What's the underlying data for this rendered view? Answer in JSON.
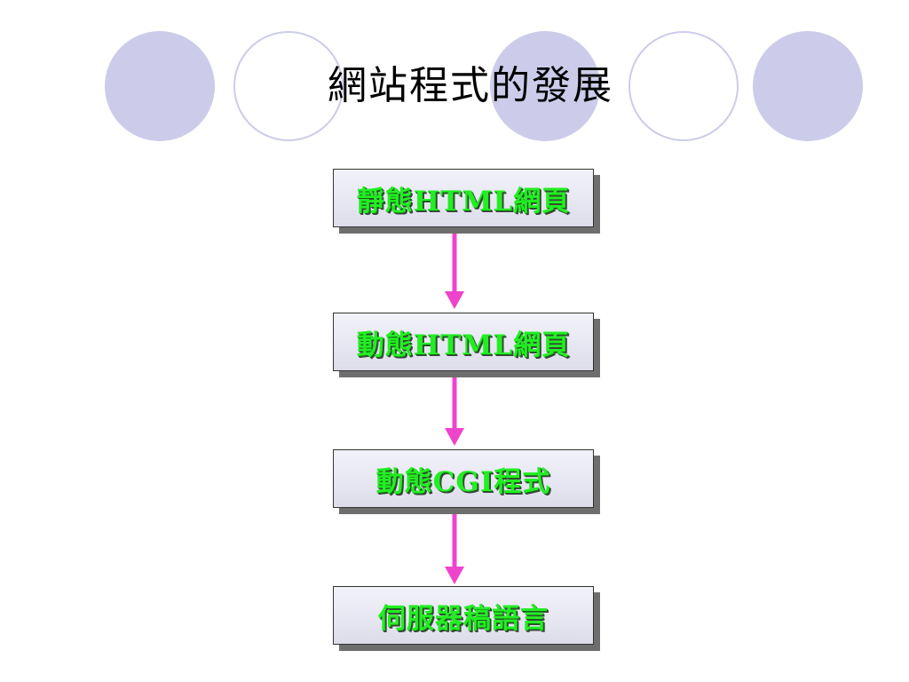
{
  "title": "網站程式的發展",
  "colors": {
    "circle_fill": "#ccccea",
    "box_text": "#22ee22",
    "arrow": "#ee44cc"
  },
  "flow": [
    {
      "label": "靜態HTML網頁"
    },
    {
      "label": "動態HTML網頁"
    },
    {
      "label": "動態CGI程式"
    },
    {
      "label": "伺服器稿語言"
    }
  ]
}
